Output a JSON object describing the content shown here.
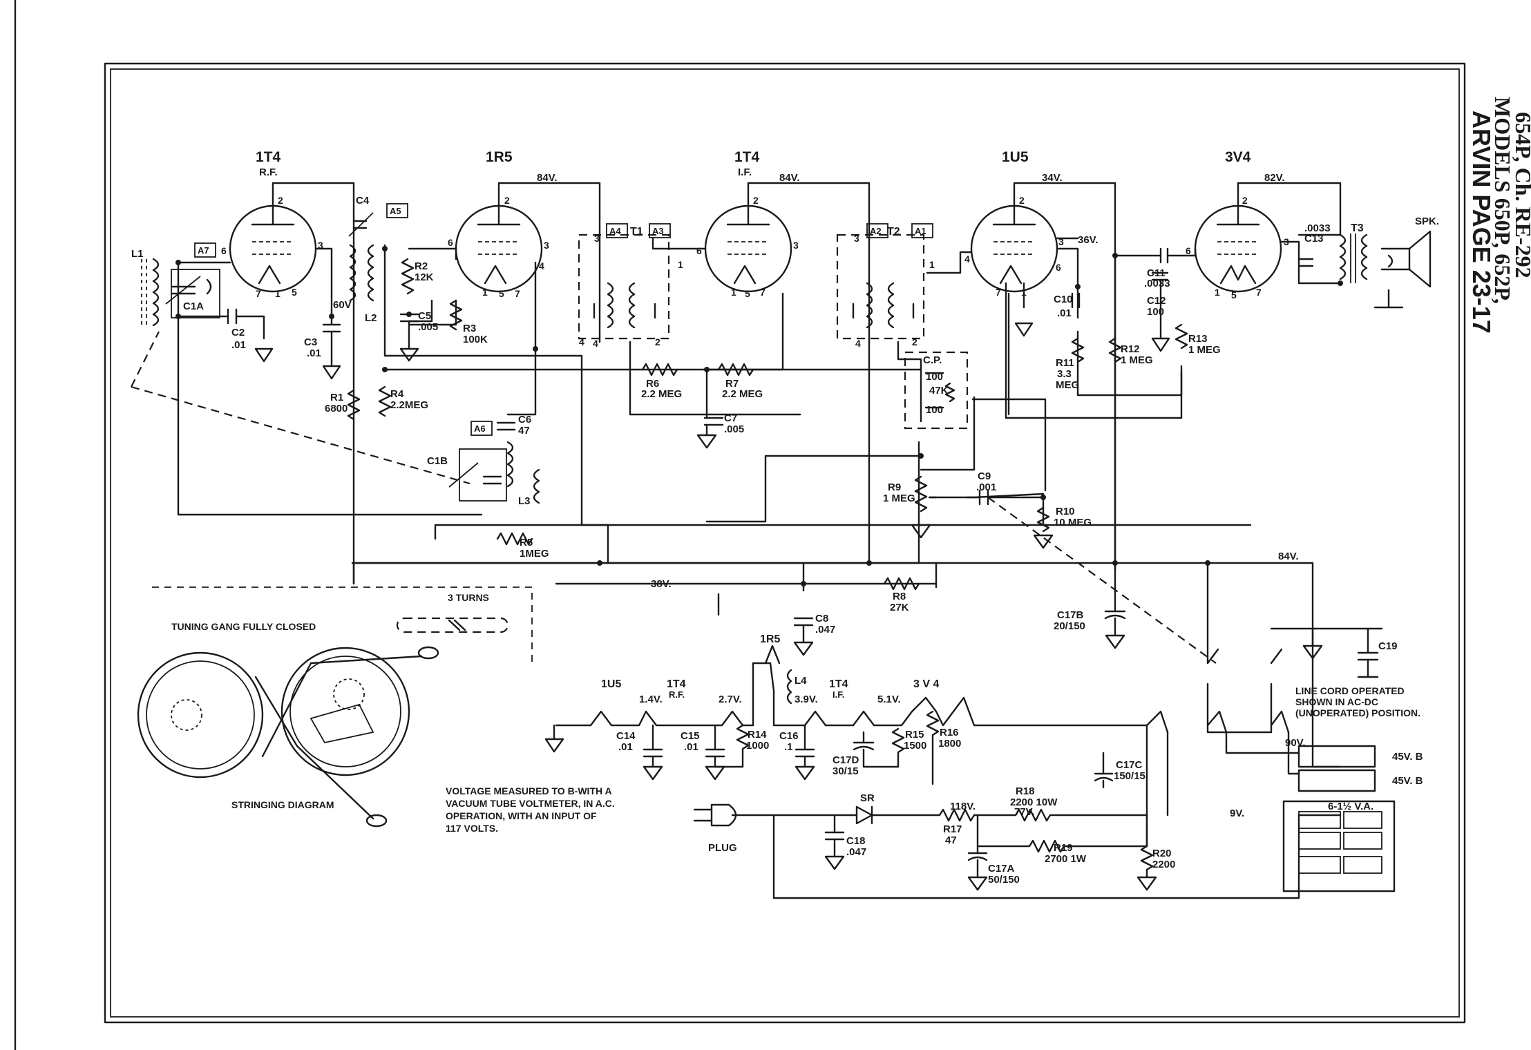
{
  "title": {
    "brand_page": "ARVIN PAGE 23-17",
    "models_line1": "MODELS 650P, 652P,",
    "models_line2": "654P, Ch. RE-292"
  },
  "tubes": [
    {
      "type": "1T4",
      "func": "R.F."
    },
    {
      "type": "1R5",
      "func": ""
    },
    {
      "type": "1T4",
      "func": "I.F."
    },
    {
      "type": "1U5",
      "func": ""
    },
    {
      "type": "3V4",
      "func": ""
    }
  ],
  "pins": [
    "2",
    "3",
    "6",
    "7",
    "1",
    "5",
    "4",
    "2",
    "3",
    "6",
    "7",
    "1",
    "5",
    "4",
    "2",
    "3",
    "6",
    "7",
    "1",
    "5",
    "2",
    "3",
    "4",
    "6",
    "7",
    "1",
    "2",
    "3",
    "6",
    "1",
    "5",
    "7",
    "3",
    "4",
    "1",
    "2",
    "3",
    "4",
    "1",
    "2"
  ],
  "voltages": {
    "v84_1": "84V.",
    "v84_2": "84V.",
    "v34": "34V.",
    "v82": "82V.",
    "v60": "60V",
    "v36": "36V.",
    "v84_bus": "84V.",
    "v38": "38V.",
    "v14": "1.4V.",
    "v27": "2.7V.",
    "v39": "3.9V.",
    "v51": "5.1V.",
    "v118": "118V.",
    "v77": "77V.",
    "v90": "90V.",
    "v9": "9V."
  },
  "alignment": [
    "A7",
    "A5",
    "A4",
    "A3",
    "A2",
    "A1",
    "A6"
  ],
  "transformers": [
    "T1",
    "T2",
    "T3"
  ],
  "components": {
    "L1": "L1",
    "C1A": "C1A",
    "C2": "C2",
    "C2v": ".01",
    "C3": "C3",
    "C3v": ".01",
    "C4": "C4",
    "L2": "L2",
    "R1": "R1",
    "R1v": "6800",
    "R2": "R2",
    "R2v": "12K",
    "C5": "C5",
    "C5v": ".005",
    "R3": "R3",
    "R3v": "100K",
    "R4": "R4",
    "R4v": "2.2MEG",
    "R6": "R6",
    "R6v": "2.2 MEG",
    "R7": "R7",
    "R7v": "2.2 MEG",
    "C7": "C7",
    "C7v": ".005",
    "C6": "C6",
    "C6v": "47",
    "C1B": "C1B",
    "L3": "L3",
    "R5": "R5",
    "R5v": "1MEG",
    "C8": "C8",
    "C8v": ".047",
    "R8": "R8",
    "R8v": "27K",
    "CP": "C.P.",
    "CP1": "100",
    "CP2": "47K",
    "CP3": "100",
    "C10": "C10",
    "C10v": ".01",
    "R11": "R11",
    "R11v": "3.3",
    "R11u": "MEG",
    "C11": "C11",
    "C11v": ".0033",
    "C12": "C12",
    "C12v": "100",
    "R12": "R12",
    "R12v": "1 MEG",
    "R13": "R13",
    "R13v": "1 MEG",
    "C13v": ".0033",
    "C13": "C13",
    "SPK": "SPK.",
    "R9": "R9",
    "R9v": "1 MEG",
    "C9": "C9",
    "C9v": ".001",
    "R10": "R10",
    "R10v": "10 MEG",
    "C17B": "C17B",
    "C17Bv": "20/150",
    "C19": "C19",
    "L4": "L4",
    "C14": "C14",
    "C14v": ".01",
    "C15": "C15",
    "C15v": ".01",
    "R14": "R14",
    "R14v": "1000",
    "C16": "C16",
    "C16v": ".1",
    "C17D": "C17D",
    "C17Dv": "30/15",
    "R15": "R15",
    "R15v": "1500",
    "R16": "R16",
    "R16v": "1800",
    "C17C": "C17C",
    "C17Cv": "150/15",
    "SR": "SR",
    "C18": "C18",
    "C18v": ".047",
    "R17": "R17",
    "R17v": "47",
    "R18": "R18",
    "R18v": "2200  10W",
    "R19": "R19",
    "R19v": "2700  1W",
    "C17A": "C17A",
    "C17Av": "50/150",
    "R20": "R20",
    "R20v": "2200",
    "PLUG": "PLUG",
    "B45_1": "45V. B",
    "B45_2": "45V. B",
    "AVA": "6-1½ V.A."
  },
  "filament": [
    {
      "tube": "1U5",
      "func": ""
    },
    {
      "tube": "1T4",
      "func": "R.F."
    },
    {
      "tube": "1R5",
      "func": ""
    },
    {
      "tube": "1T4",
      "func": "I.F."
    },
    {
      "tube": "3 V 4",
      "func": ""
    }
  ],
  "notes": {
    "line_cord": [
      "LINE CORD OPERATED",
      "SHOWN IN AC-DC",
      "(UNOPERATED) POSITION."
    ],
    "voltage": [
      "VOLTAGE MEASURED TO B-WITH A",
      "VACUUM TUBE VOLTMETER, IN A.C.",
      "OPERATION, WITH AN INPUT OF",
      "117 VOLTS."
    ],
    "tuning_gang": "TUNING GANG FULLY CLOSED",
    "three_turns": "3 TURNS",
    "stringing": "STRINGING DIAGRAM"
  }
}
